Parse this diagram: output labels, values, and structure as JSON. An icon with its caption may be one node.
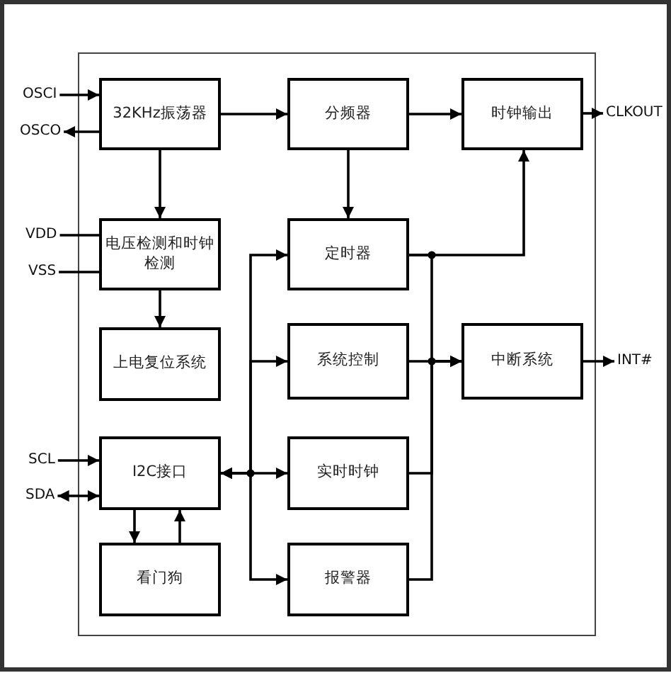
{
  "diagram": {
    "nodes": [
      {
        "text": [
          "OSCI"
        ]
      },
      {
        "text": [
          "OSCO"
        ]
      },
      {
        "text": [
          "32KHz振荡器"
        ]
      },
      {
        "text": [
          "分频器"
        ]
      },
      {
        "text": [
          "时钟输出"
        ]
      },
      {
        "text": [
          "CLKOUT"
        ]
      },
      {
        "text": [
          "VDD"
        ]
      },
      {
        "text": [
          "VSS"
        ]
      },
      {
        "text": [
          "电压检测和时钟检测"
        ]
      },
      {
        "text": [
          "定时器"
        ]
      },
      {
        "text": [
          "上电复位系统"
        ]
      },
      {
        "text": [
          "系统控制"
        ]
      },
      {
        "text": [
          "中断系统"
        ]
      },
      {
        "text": [
          "INT#"
        ]
      },
      {
        "text": [
          "SCL"
        ]
      },
      {
        "text": [
          "SDA"
        ]
      },
      {
        "text": [
          "I2C接口"
        ]
      },
      {
        "text": [
          "实时时钟"
        ]
      },
      {
        "text": [
          "看门狗"
        ]
      },
      {
        "text": [
          "报警器"
        ]
      }
    ],
    "edges": [
      {
        "from": 0,
        "to": 2,
        "arrow": "to"
      },
      {
        "from": 2,
        "to": 1,
        "arrow": "to"
      },
      {
        "from": 2,
        "to": 3,
        "arrow": "to"
      },
      {
        "from": 3,
        "to": 4,
        "arrow": "to"
      },
      {
        "from": 4,
        "to": 5,
        "arrow": "to"
      },
      {
        "from": 2,
        "to": 8,
        "arrow": "to"
      },
      {
        "from": 3,
        "to": 9,
        "arrow": "to"
      },
      {
        "from": 6,
        "to": 8,
        "arrow": "none"
      },
      {
        "from": 7,
        "to": 8,
        "arrow": "none"
      },
      {
        "from": 8,
        "to": 10,
        "arrow": "to"
      },
      {
        "from": 9,
        "to": 4,
        "arrow": "to"
      },
      {
        "from": 9,
        "to": 12,
        "arrow": "to"
      },
      {
        "from": 11,
        "to": 12,
        "arrow": "to"
      },
      {
        "from": 17,
        "to": 12,
        "arrow": "to"
      },
      {
        "from": 19,
        "to": 12,
        "arrow": "to"
      },
      {
        "from": 12,
        "to": 13,
        "arrow": "to"
      },
      {
        "from": 16,
        "to": 9,
        "arrow": "both"
      },
      {
        "from": 16,
        "to": 11,
        "arrow": "both"
      },
      {
        "from": 16,
        "to": 17,
        "arrow": "both"
      },
      {
        "from": 16,
        "to": 19,
        "arrow": "both"
      },
      {
        "from": 14,
        "to": 16,
        "arrow": "to"
      },
      {
        "from": 15,
        "to": 16,
        "arrow": "both"
      },
      {
        "from": 16,
        "to": 18,
        "arrow": "to"
      },
      {
        "from": 18,
        "to": 16,
        "arrow": "to"
      }
    ]
  }
}
